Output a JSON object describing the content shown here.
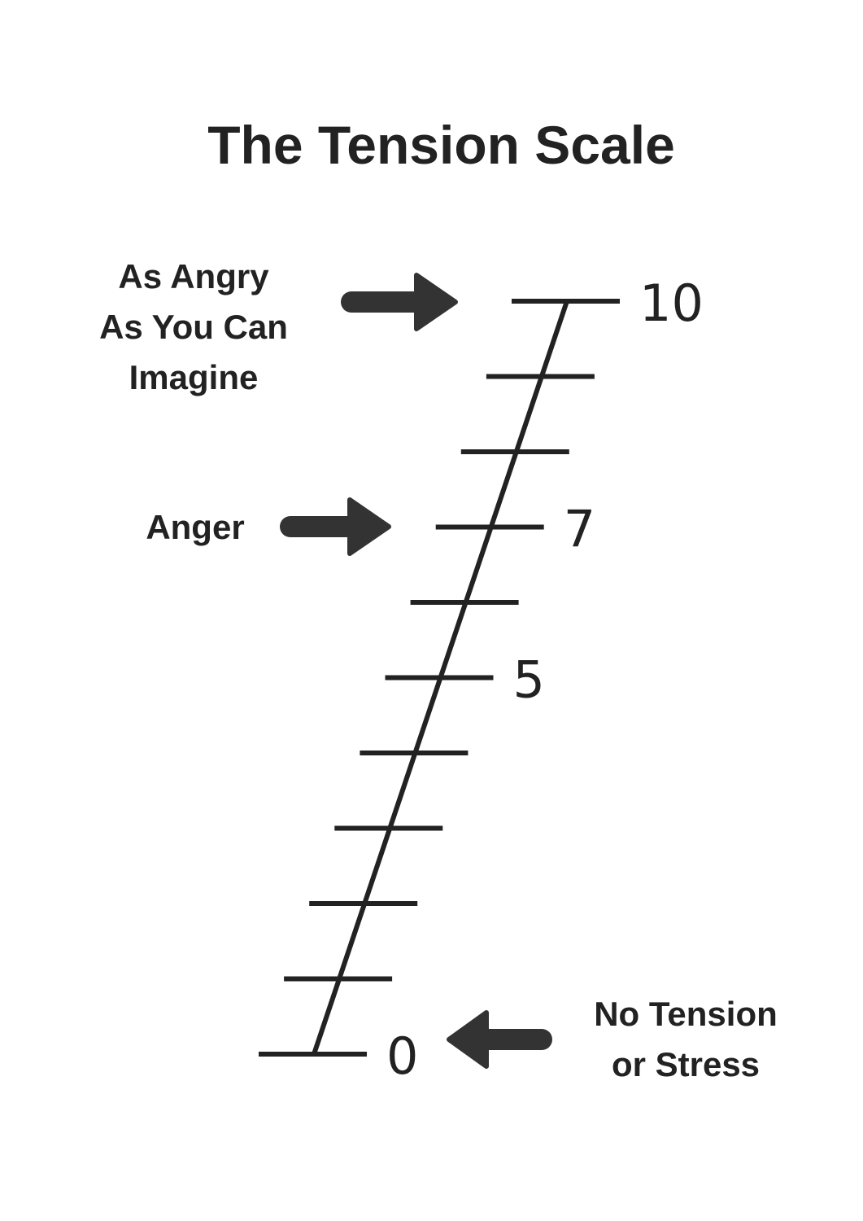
{
  "title": "The Tension Scale",
  "scale": {
    "min": 0,
    "max": 10,
    "tick_count": 11,
    "number_labels": [
      {
        "level": 10,
        "text": "10"
      },
      {
        "level": 7,
        "text": "7"
      },
      {
        "level": 5,
        "text": "5"
      },
      {
        "level": 0,
        "text": "0"
      }
    ]
  },
  "annotations": {
    "top": {
      "lines": [
        "As Angry",
        "As You Can",
        "Imagine"
      ],
      "level": 10,
      "arrow": "right"
    },
    "middle": {
      "lines": [
        "Anger"
      ],
      "level": 7,
      "arrow": "right"
    },
    "bottom": {
      "lines": [
        "No Tension",
        "or Stress"
      ],
      "level": 0,
      "arrow": "left"
    }
  },
  "colors": {
    "ink": "#222222",
    "arrow": "#333333",
    "background": "#ffffff"
  }
}
